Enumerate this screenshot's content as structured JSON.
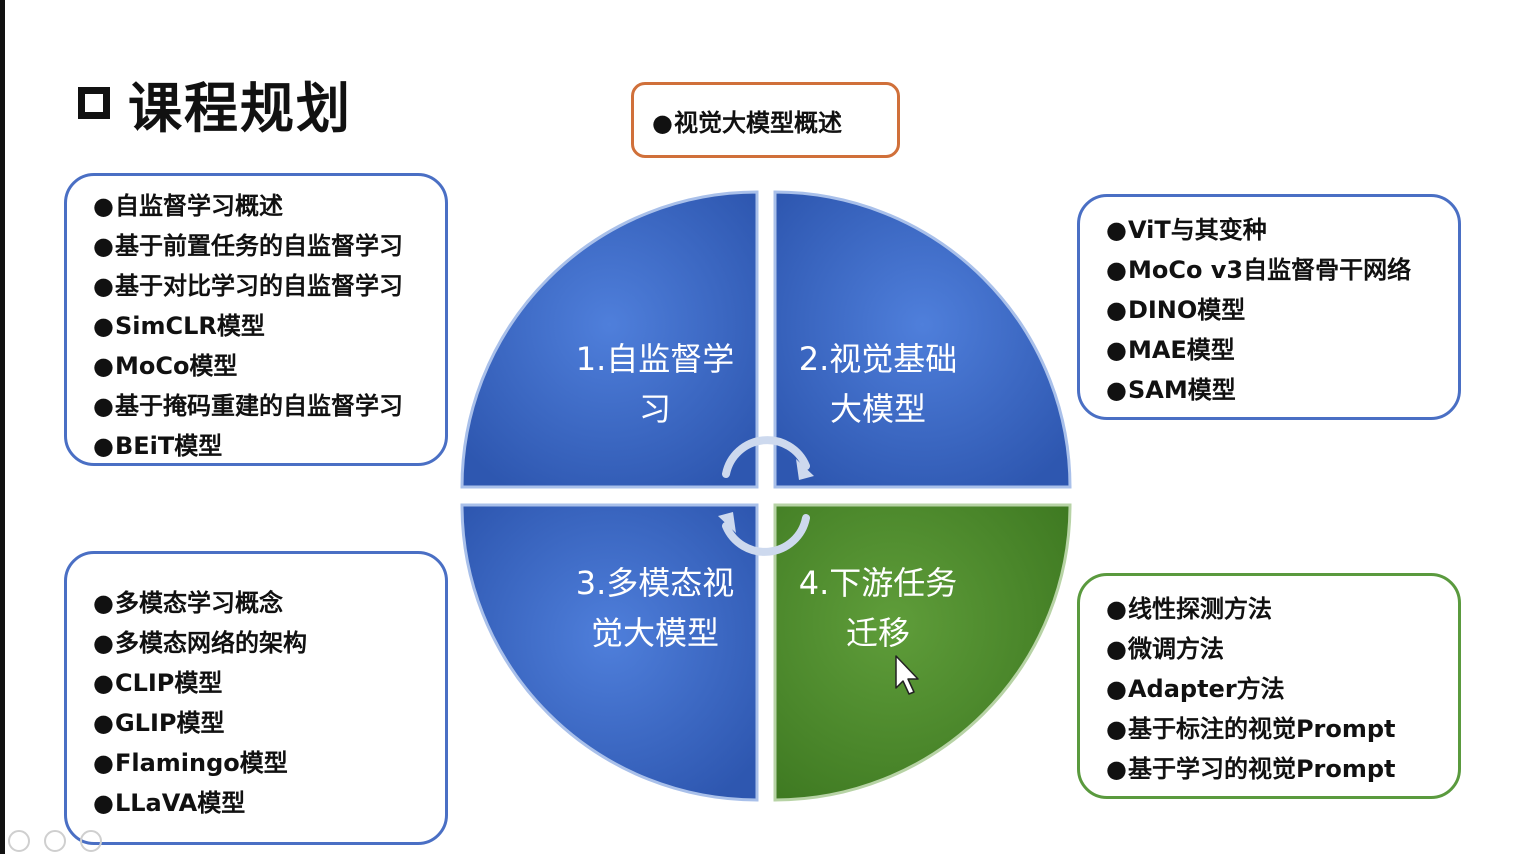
{
  "title": "课程规划",
  "top_box": {
    "items": [
      "视觉大模型概述"
    ]
  },
  "quadrants": [
    {
      "line1": "1.自监督学",
      "line2": "习",
      "color": "#3d6cc9"
    },
    {
      "line1": "2.视觉基础",
      "line2": "大模型",
      "color": "#3d6cc9"
    },
    {
      "line1": "3.多模态视",
      "line2": "觉大模型",
      "color": "#3d6cc9"
    },
    {
      "line1": "4.下游任务",
      "line2": "迁移",
      "color": "#4f8a2e"
    }
  ],
  "boxes": {
    "top_left": {
      "items": [
        "自监督学习概述",
        "基于前置任务的自监督学习",
        "基于对比学习的自监督学习",
        "SimCLR模型",
        "MoCo模型",
        "基于掩码重建的自监督学习",
        "BEiT模型"
      ]
    },
    "top_right": {
      "items": [
        "ViT与其变种",
        "MoCo v3自监督骨干网络",
        "DINO模型",
        "MAE模型",
        "SAM模型"
      ]
    },
    "bottom_left": {
      "items": [
        "多模态学习概念",
        "多模态网络的架构",
        "CLIP模型",
        "GLIP模型",
        "Flamingo模型",
        "LLaVA模型"
      ]
    },
    "bottom_right": {
      "items": [
        "线性探测方法",
        "微调方法",
        "Adapter方法",
        "基于标注的视觉Prompt",
        "基于学习的视觉Prompt"
      ]
    }
  },
  "colors": {
    "blue_quadrant": "#3d6cc9",
    "green_quadrant": "#4f8a2e",
    "blue_border": "#4a6fc4",
    "orange_border": "#d0703a",
    "green_border": "#5a9a3e"
  },
  "icons": [
    "cycle-arrows-icon",
    "mouse-cursor-icon"
  ]
}
